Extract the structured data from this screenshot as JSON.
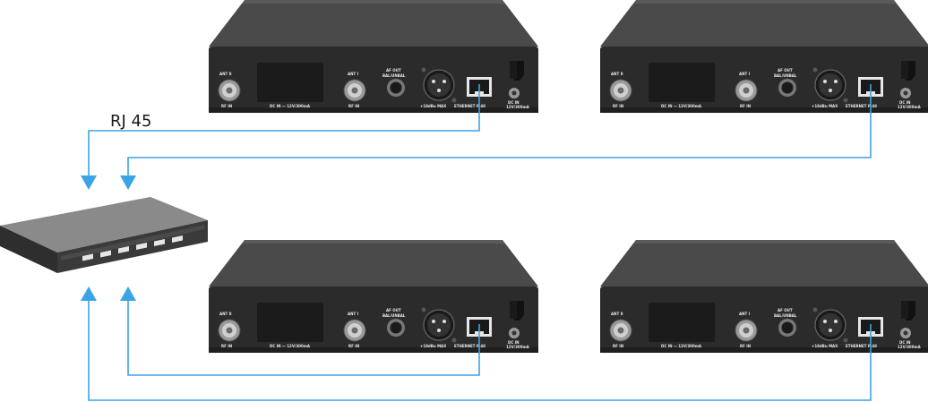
{
  "connection_label": "RJ 45",
  "colors": {
    "cable": "#3ba4e6",
    "unit_top": "#4a4a4a",
    "unit_panel": "#2b2b2b",
    "switch_top": "#8a8a8a",
    "switch_front": "#3a3a3a"
  },
  "icons": [
    "network-switch-icon",
    "receiver-unit-icon",
    "bnc-connector-icon",
    "xlr-connector-icon",
    "rj45-port-icon",
    "jack-connector-icon",
    "dc-socket-icon",
    "arrow-down-icon",
    "arrow-up-icon"
  ],
  "panel_labels": {
    "ant2": "ANT II",
    "ant1": "ANT I",
    "af_out": "AF OUT",
    "bal_unbal": "BAL/UNBAL",
    "rf_in": "RF IN",
    "dc_in_spec": "DC IN — 12V/300mA",
    "level": "+18dBu MAX",
    "ethernet": "ETHERNET P-48",
    "dc_in": "DC IN",
    "power_spec": "12V/300mA"
  },
  "receivers": [
    {
      "id": "top-left"
    },
    {
      "id": "top-right"
    },
    {
      "id": "bottom-left"
    },
    {
      "id": "bottom-right"
    }
  ]
}
